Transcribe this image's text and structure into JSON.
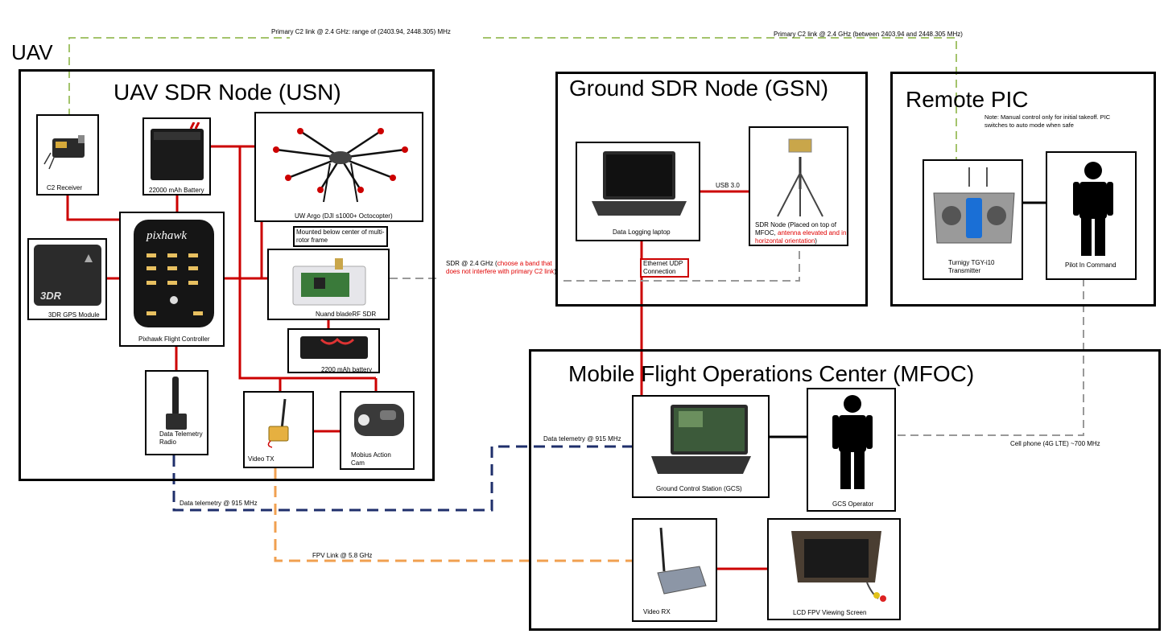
{
  "title": "UAV",
  "usn": {
    "title": "UAV SDR Node (USN)",
    "c2_receiver": "C2 Receiver",
    "battery_22000": "22000 mAh Battery",
    "octocopter": "UW Argo (DJI s1000+ Octocopter)",
    "mounted_note": "Mounted below center of multi-rotor frame",
    "gps": "3DR GPS Module",
    "pixhawk": "Pixhawk Flight Controller",
    "bladerf": "Nuand bladeRF SDR",
    "battery_2200": "2200 mAh battery",
    "telemetry_radio": "Data Telemetry Radio",
    "video_tx": "Video TX",
    "mobius": "Mobius Action Cam",
    "pixhawk_logo": "pixhawk",
    "gps_logo": "3DR"
  },
  "gsn": {
    "title": "Ground SDR Node (GSN)",
    "laptop": "Data Logging laptop",
    "usb": "USB 3.0",
    "sdr_node_black": "SDR Node (Placed on top of MFOC, ",
    "sdr_node_red": "antenna elevated and in horizontal orientation",
    "sdr_node_end": ")"
  },
  "pic": {
    "title": "Remote PIC",
    "note": "Note: Manual control only for initial takeoff. PIC switches to auto mode when safe",
    "transmitter": "Turnigy TGY-i10 Transmitter",
    "pilot": "Pilot In Command"
  },
  "mfoc": {
    "title": "Mobile Flight Operations Center (MFOC)",
    "gcs": "Ground Control Station (GCS)",
    "operator": "GCS Operator",
    "video_rx": "Video RX",
    "lcd": "LCD FPV Viewing Screen"
  },
  "links": {
    "c2_left": "Primary C2 link @ 2.4 GHz: range of (2403.94, 2448.305) MHz",
    "c2_right": "Primary C2 link @ 2.4 GHz (between 2403.94 and 2448.305 MHz)",
    "sdr_black": "SDR @ 2.4 GHz (",
    "sdr_red": "choose a band that does not interfere with primary C2 link",
    "sdr_end": ")",
    "ethernet": "Ethernet UDP Connection",
    "telemetry_upper": "Data telemetry @ 915 MHz",
    "telemetry_lower": "Data telemetry @ 915 MHz",
    "fpv": "FPV Link @ 5.8 GHz",
    "cell": "Cell phone (4G LTE) ~700 MHz"
  },
  "colors": {
    "power_wire": "#cc0000",
    "c2_link": "#a4c46c",
    "sdr_link": "#999999",
    "telemetry_link": "#1f2f6b",
    "fpv_link": "#f0a050",
    "cell_link": "#999999"
  }
}
